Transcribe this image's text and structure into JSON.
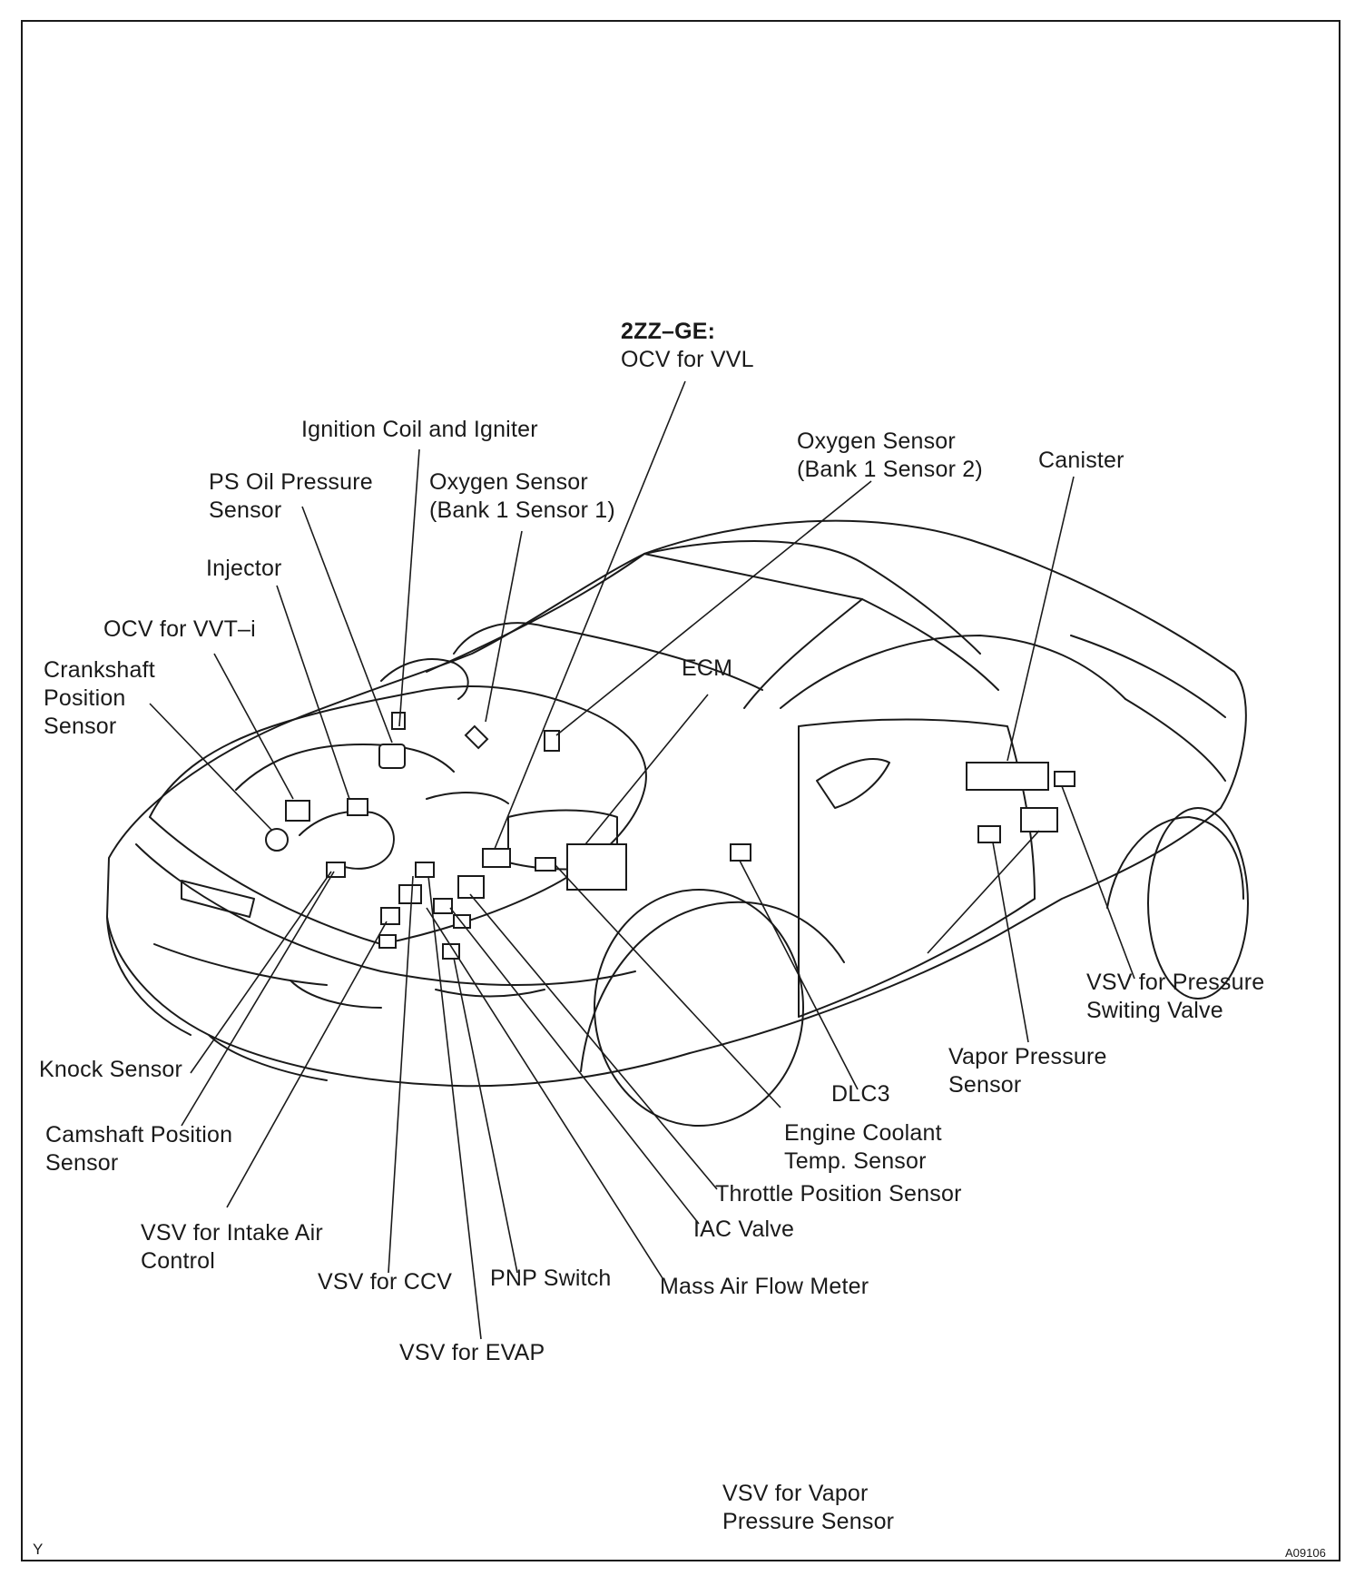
{
  "diagram": {
    "labels": {
      "ocv_vvl": {
        "line1": "2ZZ–GE:",
        "line2": "OCV for VVL"
      },
      "ignition_coil": {
        "line1": "Ignition Coil and Igniter"
      },
      "ps_oil_pressure": {
        "line1": "PS Oil Pressure",
        "line2": "Sensor"
      },
      "o2_bank1_sensor1": {
        "line1": "Oxygen Sensor",
        "line2": "(Bank 1 Sensor 1)"
      },
      "o2_bank1_sensor2": {
        "line1": "Oxygen Sensor",
        "line2": "(Bank 1 Sensor 2)"
      },
      "canister": {
        "line1": "Canister"
      },
      "injector": {
        "line1": "Injector"
      },
      "ocv_vvti": {
        "line1": "OCV for VVT–i"
      },
      "crankshaft": {
        "line1": "Crankshaft",
        "line2": "Position",
        "line3": "Sensor"
      },
      "ecm": {
        "line1": "ECM"
      },
      "vsv_pressure_switching": {
        "line1": "VSV for Pressure",
        "line2": "Switing Valve"
      },
      "vapor_pressure_sensor": {
        "line1": "Vapor Pressure",
        "line2": "Sensor"
      },
      "knock_sensor": {
        "line1": "Knock Sensor"
      },
      "dlc3": {
        "line1": "DLC3"
      },
      "engine_coolant": {
        "line1": "Engine Coolant",
        "line2": "Temp. Sensor"
      },
      "camshaft": {
        "line1": "Camshaft Position",
        "line2": "Sensor"
      },
      "throttle_position": {
        "line1": "Throttle Position Sensor"
      },
      "iac_valve": {
        "line1": "IAC Valve"
      },
      "vsv_intake_air": {
        "line1": "VSV for Intake Air",
        "line2": "Control"
      },
      "vsv_ccv": {
        "line1": "VSV for CCV"
      },
      "pnp_switch": {
        "line1": "PNP Switch"
      },
      "mass_air_flow": {
        "line1": "Mass Air Flow Meter"
      },
      "vsv_evap": {
        "line1": "VSV for EVAP"
      },
      "vsv_vapor_pressure": {
        "line1": "VSV for Vapor",
        "line2": "Pressure Sensor"
      }
    },
    "corner_mark": "Y",
    "figure_code": "A09106"
  }
}
